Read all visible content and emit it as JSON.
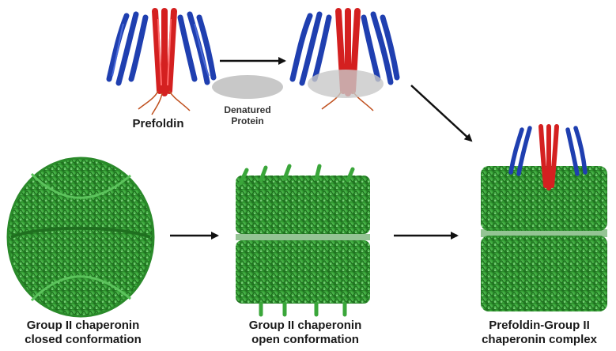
{
  "labels": {
    "prefoldin": "Prefoldin",
    "denatured_protein": [
      "Denatured",
      "Protein"
    ],
    "closed": [
      "Group II chaperonin",
      "closed conformation"
    ],
    "open": [
      "Group II chaperonin",
      "open conformation"
    ],
    "complex": [
      "Prefoldin-Group II",
      "chaperonin complex"
    ]
  },
  "colors": {
    "prefoldin_outer": "#1f3fb0",
    "prefoldin_center": "#d42020",
    "chaperonin_green": "#3aa63a",
    "chaperonin_dark": "#1e6e1e",
    "denatured_gray": "#c8c8c8",
    "arrow": "#111111"
  }
}
